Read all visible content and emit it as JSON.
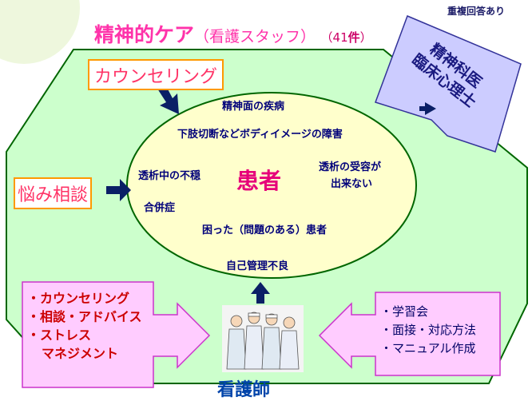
{
  "title": {
    "main": "精神的ケア",
    "sub": "（看護スタッフ）",
    "count_open": "（41",
    "count_unit": "件",
    "count_close": "）"
  },
  "note": "重複回答あり",
  "counseling_box": "カウンセリング",
  "worry_box": "悩み相談",
  "psychiatry_box": {
    "line1": "精神科医",
    "line2": "臨床心理士"
  },
  "center": {
    "patient": "患者",
    "issues": [
      "精神面の疾病",
      "下肢切断などボディイメージの障害",
      "透析中の不穏",
      "透析の受容が",
      "出来ない",
      "合併症",
      "困った（問題のある）患者",
      "自己管理不良"
    ]
  },
  "nurse_actions": [
    "・カウンセリング",
    "・相談・アドバイス",
    "・ストレス",
    "マネジメント"
  ],
  "support": [
    "・学習会",
    "・面接・対応方法",
    "・マニュアル作成"
  ],
  "nurse_label": "看護師",
  "icons": {
    "arrow": "dark-navy-arrow",
    "nurses": "nurse-group-illustration"
  },
  "colors": {
    "octagon": "#ccffcc",
    "ellipse": "#ffffcc",
    "pink_box": "#ffccff",
    "psych_box": "#ccccff",
    "arrow": "#0a1f66"
  }
}
